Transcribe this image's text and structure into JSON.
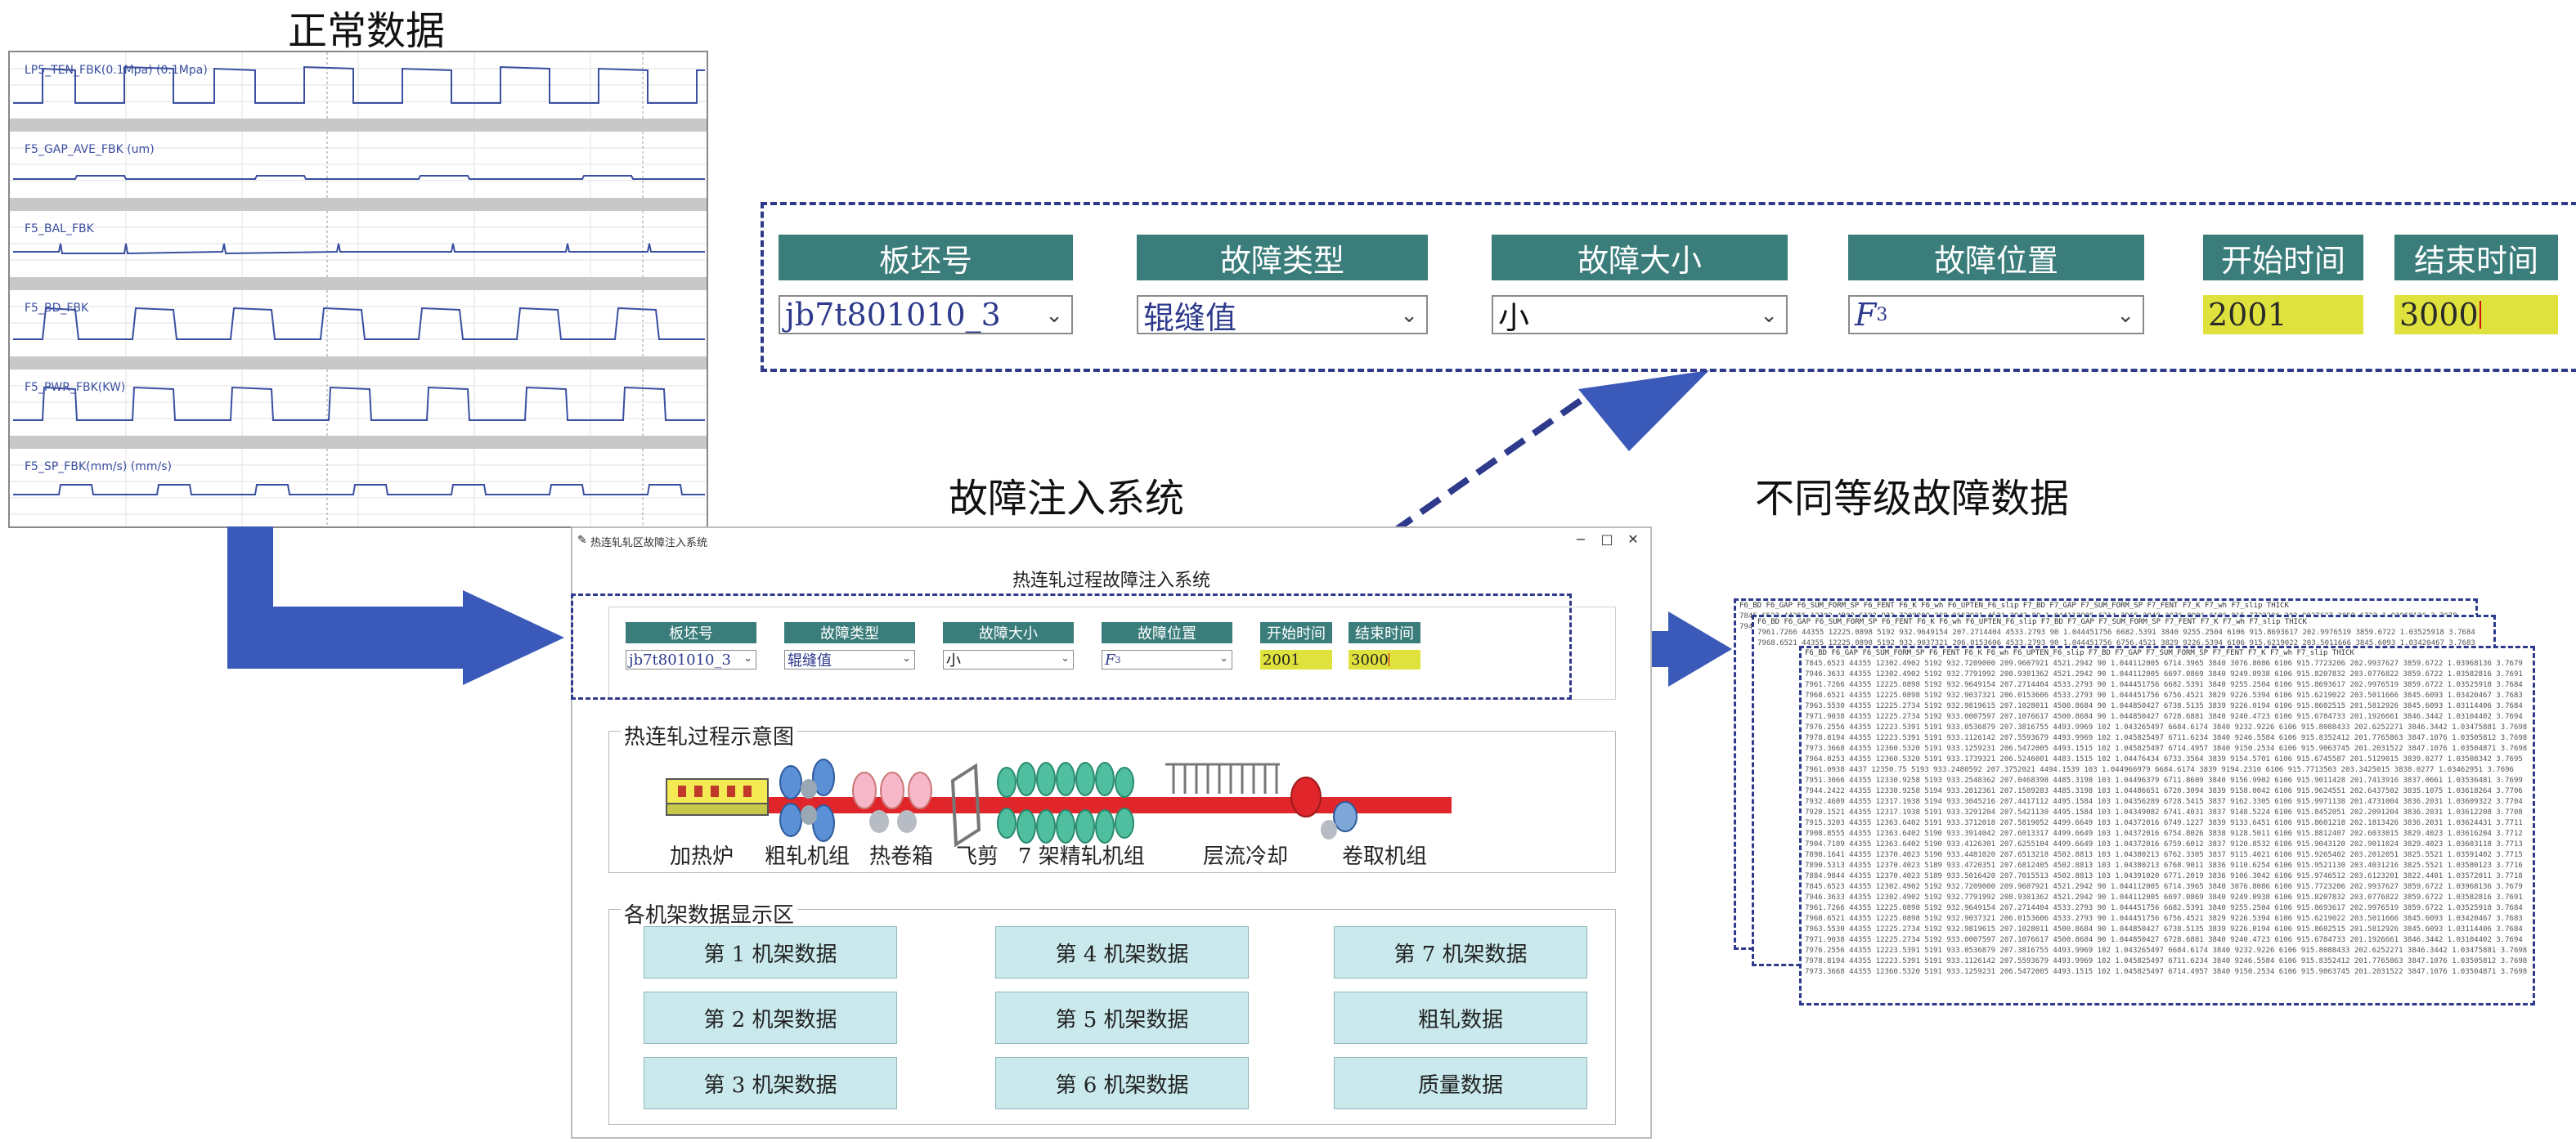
{
  "titles": {
    "normal_data": "正常数据",
    "fault_injection": "故障注入系统",
    "fault_data": "不同等级故障数据"
  },
  "normal_data": {
    "signals": [
      "LP5_TEN_FBK(0.1Mpa) (0.1Mpa)",
      "F5_GAP_AVE_FBK (um)",
      "F5_BAL_FBK",
      "F5_BD_FBK",
      "F5_PWR_FBK(KW)",
      "F5_SP_FBK(mm/s) (mm/s)"
    ]
  },
  "fault_form": {
    "headers": [
      "板坯号",
      "故障类型",
      "故障大小",
      "故障位置",
      "开始时间",
      "结束时间"
    ],
    "slab_id": "jb7t801010_3",
    "fault_type": "辊缝值",
    "fault_size": "小",
    "fault_position": "F",
    "fault_position_sub": "3",
    "start_time": "2001",
    "end_time": "3000"
  },
  "app": {
    "window_title": "热连轧轧区故障注入系统",
    "header": "热连轧过程故障注入系统",
    "process_group_title": "热连轧过程示意图",
    "process_labels": [
      "加热炉",
      "粗轧机组",
      "热卷箱",
      "飞剪",
      "7 架精轧机组",
      "层流冷却",
      "卷取机组"
    ],
    "stands_group_title": "各机架数据显示区",
    "stand_buttons": [
      "第 1 机架数据",
      "第 4 机架数据",
      "第 7 机架数据",
      "第 2 机架数据",
      "第 5 机架数据",
      "粗轧数据",
      "第 3 机架数据",
      "第 6 机架数据",
      "质量数据"
    ]
  },
  "fault_tables": {
    "back_header": "F6_BD  F6_GAP  F6_SUM_FORM_SP  F6_FENT  F6_K  F6_wh  F6_UPTEN_F6_slip  F7_BD  F7_GAP  F7_SUM_FORM_SP  F7_FENT  F7_K  F7_wh  F7_slip  THICK",
    "front_header": "F6_BD  F6_GAP  F6_SUM_FORM_SP  F6_FENT  F6_K  F6_wh  F6_UPTEN_F6_slip  F7_BD  F7_GAP  F7_SUM_FORM_SP  F7_FENT  F7_K  F7_wh  F7_slip  THICK",
    "rows": [
      "7845.6523  44355  12302.4902  5192  932.7209000  209.9607921  4521.2942  90  1.044112005  6714.3965  3840  3076.8086  6106  915.7723206  202.9937627  3859.6722  1.03968136  3.7679",
      "7946.3633  44355  12302.4902  5192  932.7791992  208.9301362  4521.2942  90  1.044112005  6697.0869  3840  9249.0938  6106  915.8207832  203.0776822  3859.6722  1.03582816  3.7691",
      "7961.7266  44355  12225.0898  5192  932.9649154  207.2714404  4533.2793  90  1.044451756  6682.5391  3840  9255.2504  6106  915.8693617  202.9976519  3859.6722  1.03525918  3.7684",
      "7968.6521  44355  12225.0898  5192  932.9037321  206.0153606  4533.2793  90  1.044451756  6756.4521  3829  9226.5394  6106  915.6219022  203.5011666  3845.6093  1.03420467  3.7683",
      "7963.5530  44355  12225.2734  5192  932.9819615  207.1028011  4500.8684  90  1.044850427  6738.5135  3839  9226.0194  6106  915.8602515  201.5812926  3845.6093  1.03114406  3.7684",
      "7971.9038  44355  12225.2734  5192  933.0007597  207.1076617  4500.8684  90  1.044850427  6728.6881  3840  9240.4723  6106  915.6784733  201.1926661  3846.3442  1.03104402  3.7694",
      "7976.2556  44355  12223.5391  5191  933.0536879  207.3816755  4493.9969  102  1.043265497  6684.6174  3840  9232.9226  6106  915.8088433  202.6252271  3846.3442  1.03475881  3.7698",
      "7978.8194  44355  12223.5391  5191  933.1126142  207.5593679  4493.9969  102  1.045825497  6711.6234  3840  9246.5584  6106  915.8352412  201.7765863  3847.1076  1.03505812  3.7698",
      "7973.3668  44355  12360.5320  5191  933.1259231  206.5472005  4493.1515  102  1.045825497  6714.4957  3840  9150.2534  6106  915.9063745  201.2031522  3847.1076  1.03504871  3.7698",
      "7964.0253  44355  12360.5320  5191  933.1739321  206.5246001  4483.1515  102  1.04476434  6733.3564  3839  9154.5701  6106  915.6745587  201.5129015  3839.0277  1.03508342  3.7695",
      "7961.0938  4437   12350.75    5193  933.2480592  207.3752021  4494.1539   103  1.044966979  6684.6174  3839  9194.2310  6106  915.7713503  203.3425015  3838.0277  1.03462951  3.7696",
      "7951.3066  44355  12330.9258  5193  933.2548362  207.0468398  4485.3198  103  1.04496379   6711.8609  3840  9156.9902  6106  915.9011428  201.7413916  3837.0661  1.03536481  3.7699",
      "7944.2422  44355  12330.9258  5194  933.2812361  207.1589283  4485.3198  103  1.04486651   6720.3094  3839  9158.0042  6106  915.9624551  202.6437502  3835.1075  1.03618264  3.7706",
      "7932.4609  44355  12317.1938  5194  933.3045216  207.4417112  4495.1584  103  1.04356289   6728.5415  3837  9162.3305  6106  915.9971138  201.4731004  3836.2031  1.03609322  3.7704",
      "7920.1521  44355  12317.1938  5191  933.3291204  207.5421130  4495.1584  103  1.04349082   6741.4031  3837  9148.5224  6106  915.8452051  202.2091204  3836.2031  1.03612208  3.7708",
      "7915.3203  44355  12363.6402  5191  933.3712018  207.5819052  4499.6649  103  1.04372016   6749.1227  3839  9133.6451  6106  915.8601218  202.1813426  3836.2031  1.03624431  3.7711",
      "7908.8555  44355  12363.6402  5190  933.3914042  207.6013317  4499.6649  103  1.04372016   6754.8026  3838  9128.5011  6106  915.8812407  202.6033015  3829.4023  1.03616204  3.7712",
      "7904.7109  44355  12363.6402  5190  933.4126301  207.6255104  4499.6649  103  1.04372016   6759.6012  3837  9120.8532  6106  915.9043120  202.9011024  3829.4023  1.03603118  3.7713",
      "7898.1641  44355  12370.4023  5190  933.4481020  207.6513218  4502.8813  103  1.04380213   6762.3305  3837  9115.4021  6106  915.9265402  203.2012051  3825.5521  1.03591402  3.7715",
      "7890.5313  44355  12370.4023  5189  933.4720351  207.6812405  4502.8813  103  1.04380213   6768.9011  3836  9110.6254  6106  915.9521130  203.4031216  3825.5521  1.03580123  3.7716",
      "7884.9844  44355  12370.4023  5189  933.5016420  207.7015513  4502.8813  103  1.04391020   6771.2019  3836  9106.3042  6106  915.9746512  203.6123201  3822.4401  1.03572011  3.7718"
    ]
  },
  "colors": {
    "teal_header": "#3a7d7b",
    "yellow_input": "#dfe23c",
    "dashed_border": "#2e3a8c",
    "arrow_blue": "#3a59b8",
    "stand_button_bg": "#c9e9ec"
  }
}
